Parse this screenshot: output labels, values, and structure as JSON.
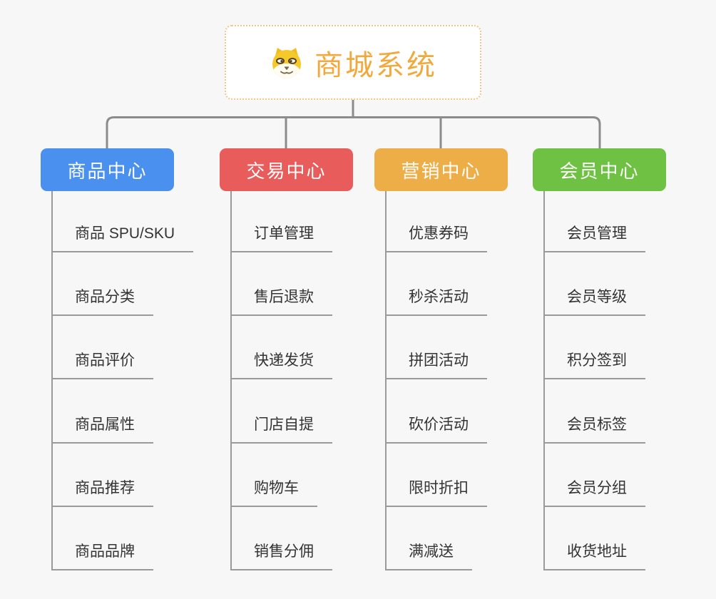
{
  "root": {
    "title": "商城系统",
    "icon": "doge-face-icon",
    "title_color": "#F0A93C",
    "border_color": "#F4C584"
  },
  "background_color": "#F7F7F7",
  "connector_color": "#8C8C8C",
  "child_line_color": "#9A9A9A",
  "branches": [
    {
      "label": "商品中心",
      "color": "#4A90EE",
      "children": [
        "商品 SPU/SKU",
        "商品分类",
        "商品评价",
        "商品属性",
        "商品推荐",
        "商品品牌"
      ]
    },
    {
      "label": "交易中心",
      "color": "#E85C5C",
      "children": [
        "订单管理",
        "售后退款",
        "快递发货",
        "门店自提",
        "购物车",
        "销售分佣"
      ]
    },
    {
      "label": "营销中心",
      "color": "#EDAE47",
      "children": [
        "优惠券码",
        "秒杀活动",
        "拼团活动",
        "砍价活动",
        "限时折扣",
        "满减送"
      ]
    },
    {
      "label": "会员中心",
      "color": "#6EC142",
      "children": [
        "会员管理",
        "会员等级",
        "积分签到",
        "会员标签",
        "会员分组",
        "收货地址"
      ]
    }
  ]
}
